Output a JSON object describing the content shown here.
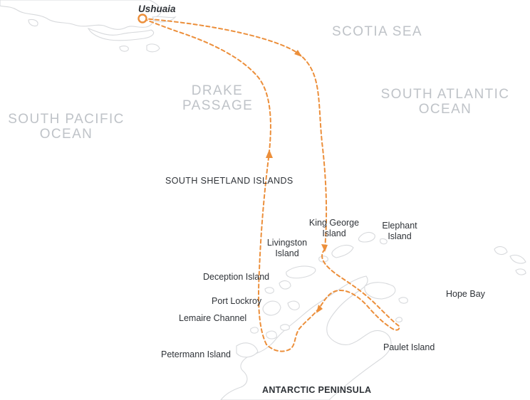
{
  "port": {
    "name": "Ushuaia"
  },
  "water_bodies": {
    "scotia_sea": [
      "SCOTIA SEA"
    ],
    "drake_passage": [
      "DRAKE",
      "PASSAGE"
    ],
    "south_atlantic": [
      "SOUTH ATLANTIC",
      "OCEAN"
    ],
    "south_pacific": [
      "SOUTH PACIFIC",
      "OCEAN"
    ]
  },
  "regions": {
    "south_shetland": "SOUTH SHETLAND ISLANDS",
    "antarctic_peninsula": "ANTARCTIC PENINSULA"
  },
  "places": {
    "king_george": [
      "King George",
      "Island"
    ],
    "elephant": [
      "Elephant",
      "Island"
    ],
    "livingston": [
      "Livingston",
      "Island"
    ],
    "deception": "Deception Island",
    "port_lockroy": "Port Lockroy",
    "lemaire": "Lemaire Channel",
    "hope_bay": "Hope Bay",
    "petermann": "Petermann Island",
    "paulet": "Paulet Island"
  },
  "colors": {
    "route": "#ec8f3b",
    "land_outline": "#d7d9dc",
    "water_label": "#bfc3c8",
    "place_label": "#2f3338"
  }
}
